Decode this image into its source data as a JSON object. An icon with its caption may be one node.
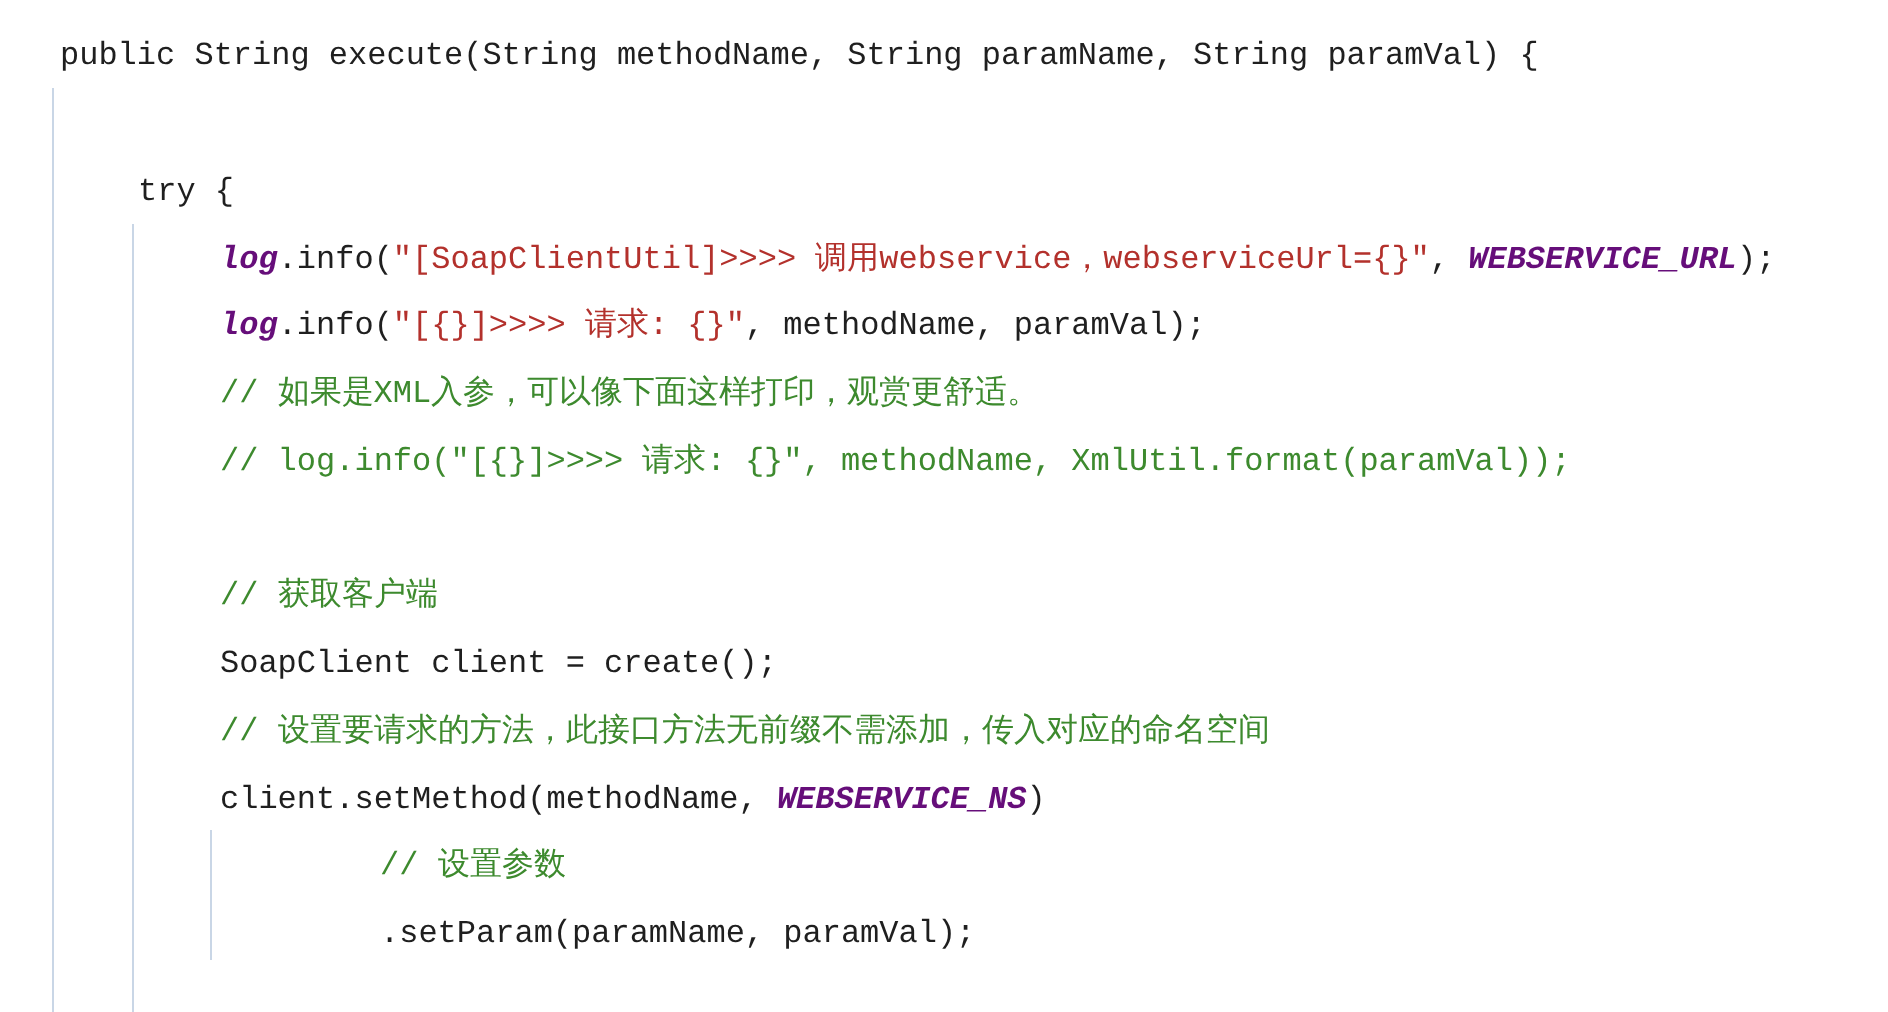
{
  "diagram": {
    "labels": [
      "public String execute(String methodName, String paramName, String paramVal) {",
      "try {",
      "*log*.info(\"[SoapClientUtil]>>>> 调用webservice，webserviceUrl={}\", *WEBSERVICE_URL*);",
      "*log*.info(\"[{}]>>>> 请求: {}\", methodName, paramVal);",
      "// 如果是XML入参，可以像下面这样打印，观赏更舒适。",
      "// log.info(\"[{}]>>>> 请求: {}\", methodName, XmlUtil.format(paramVal));",
      "// 获取客户端",
      "SoapClient client = create();",
      "// 设置要请求的方法，此接口方法无前缀不需添加，传入对应的命名空间",
      "client.setMethod(methodName, *WEBSERVICE_NS*)",
      "// 设置参数",
      ".setParam(paramName, paramVal);"
    ]
  }
}
